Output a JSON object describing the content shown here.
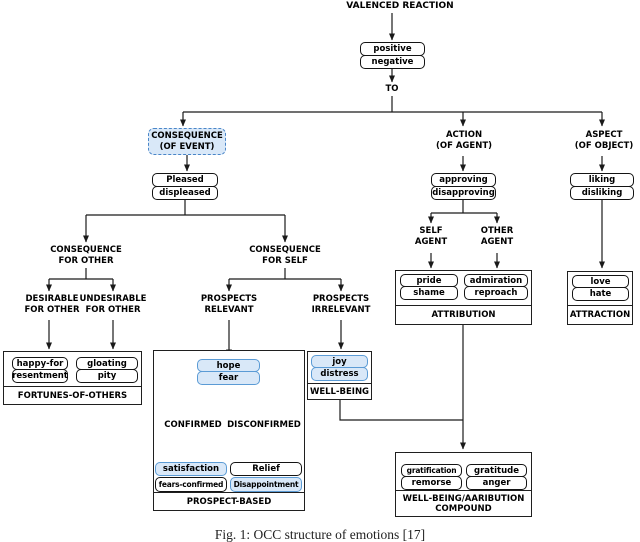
{
  "root": {
    "title": "VALENCED REACTION",
    "valence": {
      "pos": "positive",
      "neg": "negative"
    },
    "to": "TO"
  },
  "branches": {
    "consequence_event": {
      "l1": "CONSEQUENCE",
      "l2": "(OF EVENT)"
    },
    "action_agent": {
      "l1": "ACTION",
      "l2": "(OF AGENT)"
    },
    "aspect_object": {
      "l1": "ASPECT",
      "l2": "(OF OBJECT)"
    },
    "pleased": {
      "pos": "Pleased",
      "neg": "displeased"
    },
    "approving": {
      "pos": "approving",
      "neg": "disapproving"
    },
    "liking": {
      "pos": "liking",
      "neg": "disliking"
    },
    "consequence_other": {
      "l1": "CONSEQUENCE",
      "l2": "FOR OTHER"
    },
    "consequence_self": {
      "l1": "CONSEQUENCE",
      "l2": "FOR SELF"
    },
    "desirable_other": {
      "l1": "DESIRABLE",
      "l2": "FOR OTHER"
    },
    "undesirable_other": {
      "l1": "UNDESIRABLE",
      "l2": "FOR OTHER"
    },
    "prospects_relevant": {
      "l1": "PROSPECTS",
      "l2": "RELEVANT"
    },
    "prospects_irrelevant": {
      "l1": "PROSPECTS",
      "l2": "IRRELEVANT"
    },
    "self_agent": {
      "l1": "SELF",
      "l2": "AGENT"
    },
    "other_agent": {
      "l1": "OTHER",
      "l2": "AGENT"
    },
    "confirmed": "CONFIRMED",
    "disconfirmed": "DISCONFIRMED"
  },
  "groups": {
    "fortunes": {
      "label": "FORTUNES-OF-OTHERS",
      "happy_for": "happy-for",
      "resentment": "resentment",
      "gloating": "gloating",
      "pity": "pity"
    },
    "prospect_based": {
      "label": "PROSPECT-BASED",
      "hope": "hope",
      "fear": "fear",
      "satisfaction": "satisfaction",
      "fears_confirmed": "fears-confirmed",
      "relief": "Relief",
      "disappointment": "Disappointment"
    },
    "well_being": {
      "label": "WELL-BEING",
      "joy": "joy",
      "distress": "distress"
    },
    "attribution": {
      "label": "ATTRIBUTION",
      "pride": "pride",
      "shame": "shame",
      "admiration": "admiration",
      "reproach": "reproach"
    },
    "attraction": {
      "label": "ATTRACTION",
      "love": "love",
      "hate": "hate"
    },
    "compound": {
      "label_1": "WELL-BEING/AARIBUTION",
      "label_2": "COMPOUND",
      "gratification": "gratification",
      "remorse": "remorse",
      "gratitude": "gratitude",
      "anger": "anger"
    }
  },
  "caption": "Fig. 1: OCC structure of emotions [17]",
  "colors": {
    "highlight_fill": "#d9e8f8",
    "highlight_border": "#5b9bd5",
    "line": "#1a1a1a"
  }
}
